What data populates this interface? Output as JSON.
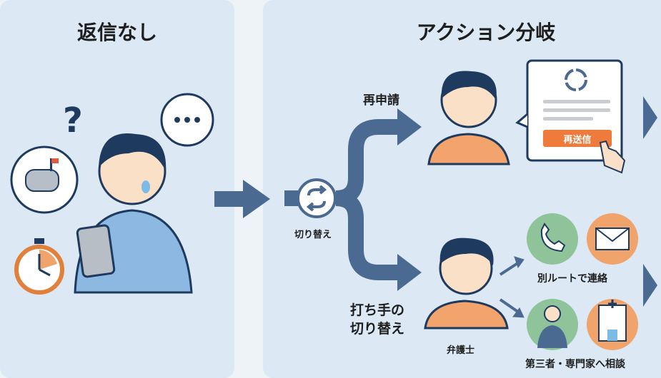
{
  "left_panel": {
    "title": "返信なし"
  },
  "right_panel": {
    "title": "アクション分岐"
  },
  "switch_node": {
    "label": "切り替え"
  },
  "branch_top": {
    "label": "再申請",
    "button_label": "再送信"
  },
  "branch_bottom": {
    "label_line1": "打ち手の",
    "label_line2": "切り替え",
    "person_label": "弁護士",
    "option_1": "別ルートで連絡",
    "option_2": "第三者・専門家へ相談"
  },
  "colors": {
    "arrow": "#4a6a92",
    "accent_orange": "#f0a36a",
    "button_orange": "#ee7a3c",
    "green": "#8fc49a",
    "navy": "#1f3a5f"
  }
}
